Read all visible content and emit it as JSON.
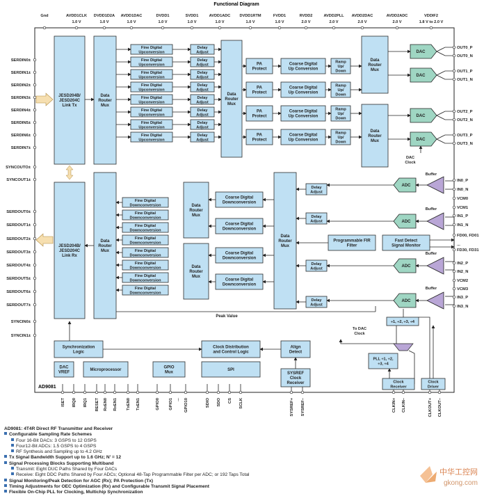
{
  "title": "Functional Diagram",
  "part_number": "AD9081",
  "supply_pins": [
    {
      "name": "Gnd",
      "volt": ""
    },
    {
      "name": "AVDD1CLK",
      "volt": "1.0 V"
    },
    {
      "name": "DVDD1D2A",
      "volt": "1.0 V"
    },
    {
      "name": "AVDD1DAC",
      "volt": "1.0 V"
    },
    {
      "name": "DVDD1",
      "volt": "1.0 V"
    },
    {
      "name": "SVDD1",
      "volt": "1.0 V"
    },
    {
      "name": "AVDD1ADC",
      "volt": "1.0 V"
    },
    {
      "name": "DVDD1RTM",
      "volt": "1.0 V"
    },
    {
      "name": "FVDD1",
      "volt": "1.0 V"
    },
    {
      "name": "RVDD2",
      "volt": "2.0 V"
    },
    {
      "name": "AVDD2PLL",
      "volt": "2.0 V"
    },
    {
      "name": "AVDD2DAC",
      "volt": "2.0 V"
    },
    {
      "name": "AVDD2ADC",
      "volt": "2.0 V"
    },
    {
      "name": "VDDIF2",
      "volt": "1.8 V to 2.0 V"
    }
  ],
  "left_pins_tx": [
    "SERDIN0±",
    "SERDIN1±",
    "SERDIN2±",
    "SERDIN3±",
    "SERDIN4±",
    "SERDIN5±",
    "SERDIN6±",
    "SERDIN7±"
  ],
  "left_pins_sync": [
    "SYNCOUTO±",
    "SYNCOUT1±"
  ],
  "left_pins_rx": [
    "SERDOUT0±",
    "SERDOUT1±",
    "SERDOUT2±",
    "SERDOUT3±",
    "SERDOUT4±",
    "SERDOUT5±",
    "SERDOUT6±",
    "SERDOUT7±"
  ],
  "left_pins_syncin": [
    "SYNCIN0±",
    "SYNCIN1±"
  ],
  "right_pins_dac": [
    "OUT0_P",
    "OUT0_N",
    "OUT1_P",
    "OUT1_N",
    "OUT2_P",
    "OUT2_N",
    "OUT3_P",
    "OUT3_N"
  ],
  "right_pins_adc": [
    "IN0_P",
    "IN0_N",
    "VCM0",
    "VCM1",
    "IN1_P",
    "IN1_N",
    "FD00, FD01",
    "...",
    "FD30, FD31",
    "IN2_P",
    "IN2_N",
    "VCM2",
    "VCM3",
    "IN3_P",
    "IN3_N"
  ],
  "bottom_pins": [
    "ISET",
    "IRQ0",
    "IRQ1",
    "RESET",
    "RxEN0",
    "RxEN1",
    "TxEN0",
    "TxEN1",
    "GPIO0",
    "GPIO1",
    "...",
    "GPIO10",
    "SDIO",
    "SDO",
    "CS",
    "SCLK",
    "SYSREF+",
    "SYSREF–",
    "CLKIN+",
    "CLKIN–",
    "CLKOUT+",
    "CLKOUT–"
  ],
  "blocks": {
    "jesd_tx": "JESD204B/ JESD204C Link Tx",
    "jesd_rx": "JESD204B/ JESD204C Link Rx",
    "data_router_mux": "Data Router Mux",
    "fine_digital_upconversion": "Fine Digital Upconversion",
    "delay_adjust": "Delay Adjust",
    "pa_protect": "PA Protect",
    "coarse_digital_upconversion": "Coarse Digital Up Conversion",
    "ramp_up_down": "Ramp Up/ Down",
    "dac": "DAC",
    "dac_clock": "DAC Clock",
    "adc": "ADC",
    "buffer": "Buffer",
    "fine_digital_downconversion": "Fine Digital Downconversion",
    "coarse_digital_downconversion": "Coarse Digital Downconversion",
    "programmable_fir": "Programmable FIR Filter",
    "fast_detect": "Fast Detect Signal Monitor",
    "clock_divider": "÷1, ÷2, ÷3, ÷4",
    "pll": "PLL ÷1, ÷2, ÷3, ÷4",
    "to_dac_clock": "To DAC Clock",
    "peak_value": "Peak Value",
    "sync_logic": "Synchronization Logic",
    "clock_distribution": "Clock Distribution and Control Logic",
    "align_detect": "Align Detect",
    "dac_vref": "DAC VREF",
    "microprocessor": "Microprocessor",
    "gpio_mux": "GPIO Mux",
    "spi": "SPI",
    "sysref_receiver": "SYSREF Clock Receiver",
    "clock_receiver": "Clock Receiver",
    "clock_driver": "Clock Driver"
  },
  "features": [
    {
      "text": "AD9081: 4T4R Direct RF Transmitter and Receiver",
      "level": 0,
      "bold": true,
      "bullet": false
    },
    {
      "text": "Configurable Sampling Rate Schemes",
      "level": 0,
      "bold": true,
      "bullet": true
    },
    {
      "text": "Four 16-Bit DACs: 3 GSPS to 12 GSPS",
      "level": 1,
      "bold": false,
      "bullet": true
    },
    {
      "text": "Four12-Bit ADCs: 1.5 GSPS to 4 GSPS",
      "level": 1,
      "bold": false,
      "bullet": true
    },
    {
      "text": "RF Synthesis and Sampling up to 4.2 GHz",
      "level": 1,
      "bold": false,
      "bullet": true
    },
    {
      "text": "Tx Signal Bandwidth Support up to 1.6 GHz; N’ = 12",
      "level": 0,
      "bold": true,
      "bullet": true
    },
    {
      "text": "Signal Processing Blocks Supporting Multiband",
      "level": 0,
      "bold": true,
      "bullet": true
    },
    {
      "text": "Transmit: Eight DUC Paths Shared by Four DACs",
      "level": 1,
      "bold": false,
      "bullet": true
    },
    {
      "text": "Receive: Eight DDC Paths Shared by Four ADCs; Optional 48-Tap Programmable Filter per ADC; or 192 Taps Total",
      "level": 1,
      "bold": false,
      "bullet": true
    },
    {
      "text": "Signal Monitoring/Peak Detection for AGC (Rx); PA Protection (Tx)",
      "level": 0,
      "bold": true,
      "bullet": true
    },
    {
      "text": "Timing Adjustments for OEC Optimization (Rx) and Configurable Transmit Signal Placement",
      "level": 0,
      "bold": true,
      "bullet": true
    },
    {
      "text": "Flexible On-Chip PLL for Clocking, Multichip Synchronization",
      "level": 0,
      "bold": true,
      "bullet": true
    }
  ],
  "watermark": {
    "line1": "中华工控网",
    "line2": "gkong.com"
  },
  "colors": {
    "block": "#bfe0f3",
    "block_border": "#2b2b2b",
    "amp": "#b9a6d6",
    "dac_green": "#9fd6c3",
    "arrow_fill": "#f6dfb0",
    "line": "#222"
  }
}
